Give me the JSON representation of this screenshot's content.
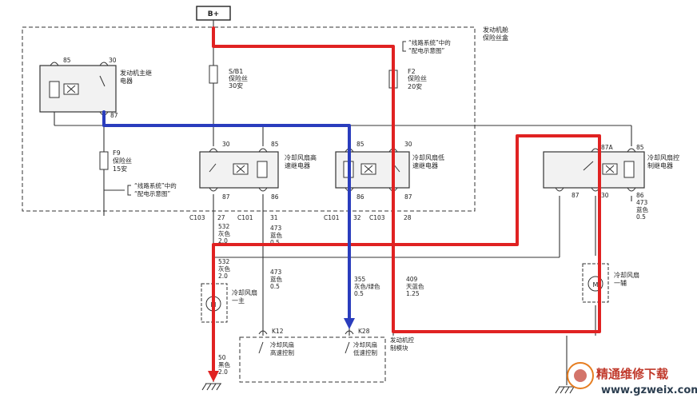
{
  "power": {
    "label": "B+"
  },
  "fusebox": {
    "title_l1": "发动机舱",
    "title_l2": "保险丝盒"
  },
  "main_relay": {
    "name_l1": "发动机主继",
    "name_l2": "电器",
    "pin85": "85",
    "pin30": "30",
    "pin87": "87"
  },
  "fuse_sb1": {
    "name": "S/B1",
    "desc": "保险丝",
    "rating": "30安"
  },
  "fuse_f2": {
    "name": "F2",
    "desc": "保险丝",
    "rating": "20安"
  },
  "fuse_f9": {
    "name": "F9",
    "desc": "保险丝",
    "rating": "15安"
  },
  "note_top": {
    "l1": "“线路系统”中的",
    "l2": "“配电示意图”"
  },
  "note_mid": {
    "l1": "“线路系统”中的",
    "l2": "“配电示意图”"
  },
  "relay_high": {
    "name_l1": "冷却风扇高",
    "name_l2": "速继电器",
    "pin30": "30",
    "pin85": "85",
    "pin87": "87",
    "pin86": "86"
  },
  "relay_low": {
    "name_l1": "冷却风扇低",
    "name_l2": "速继电器",
    "pin85": "85",
    "pin30": "30",
    "pin86": "86",
    "pin87": "87"
  },
  "relay_ctrl": {
    "name_l1": "冷却风扇控",
    "name_l2": "制继电器",
    "pin87a": "87A",
    "pin85": "85",
    "pin87": "87",
    "pin30": "30",
    "pin86": "86"
  },
  "connectors": {
    "c103a": "C103",
    "p27": "27",
    "c101a": "C101",
    "p31": "31",
    "c101b": "C101",
    "p32": "32",
    "c103b": "C103",
    "p28": "28"
  },
  "wires": {
    "w532a": {
      "num": "532",
      "color": "灰色",
      "size": "2.0"
    },
    "w473a": {
      "num": "473",
      "color": "蓝色",
      "size": "0.5"
    },
    "w532b": {
      "num": "532",
      "color": "灰色",
      "size": "2.0"
    },
    "w473b": {
      "num": "473",
      "color": "蓝色",
      "size": "0.5"
    },
    "w355": {
      "num": "355",
      "color": "灰色/绿色",
      "size": "0.5"
    },
    "w409": {
      "num": "409",
      "color": "天蓝色",
      "size": "1.25"
    },
    "w473c": {
      "num": "473",
      "color": "蓝色",
      "size": "0.5"
    },
    "w50": {
      "num": "50",
      "color": "黑色",
      "size": "2.0"
    }
  },
  "fan_main": {
    "l1": "冷却风扇",
    "l2": "一主"
  },
  "fan_aux": {
    "l1": "冷却风扇",
    "l2": "一辅"
  },
  "ecm": {
    "k12": "K12",
    "k28": "K28",
    "high_l1": "冷却风扇",
    "high_l2": "高速控制",
    "low_l1": "冷却风扇",
    "low_l2": "低速控制",
    "module_l1": "发动机控",
    "module_l2": "制模块"
  },
  "watermark": {
    "cn": "精通维修下载",
    "url": "www.gzweix.com"
  },
  "colors": {
    "power_path": "#e02222",
    "control_path": "#2a3dbd",
    "box_line": "#333333"
  }
}
